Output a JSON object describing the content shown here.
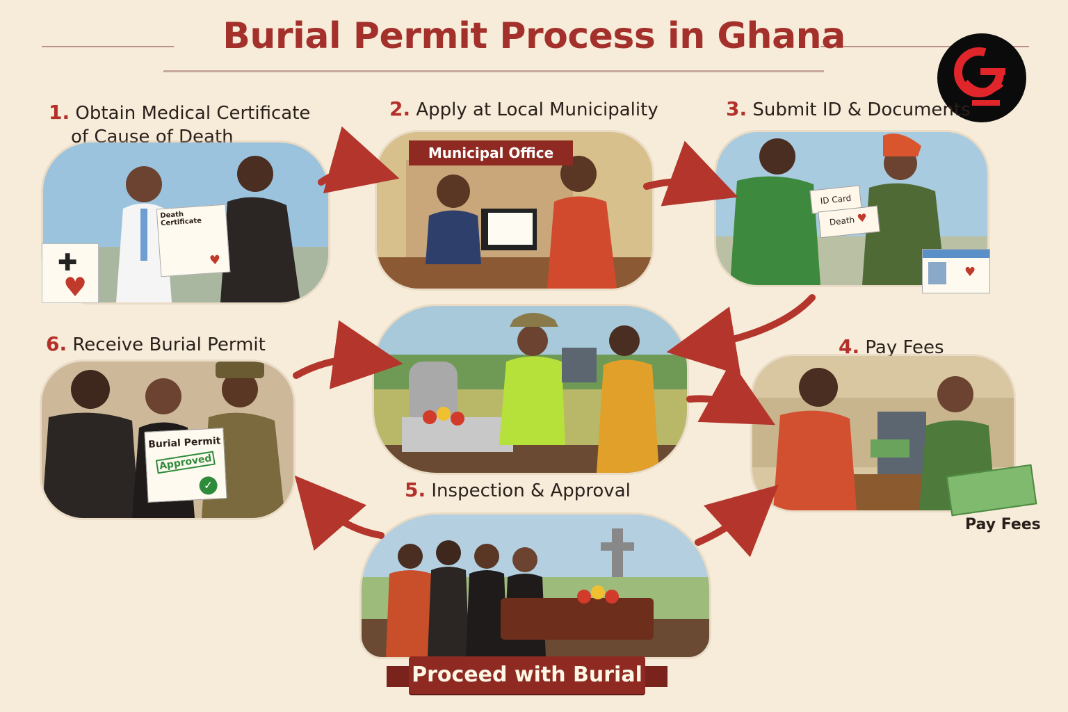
{
  "title": "Burial Permit Process in Ghana",
  "logo": {
    "icon": "ghana-g-logo-icon",
    "colors": {
      "bg": "#0b0b0b",
      "mark": "#e0262b"
    }
  },
  "colors": {
    "accent": "#a3302a",
    "arrow": "#b3352b",
    "background": "#f6ecd9"
  },
  "steps": [
    {
      "num": "1.",
      "line1": "Obtain Medical Certificate",
      "line2": "of Cause of Death"
    },
    {
      "num": "2.",
      "label": "Apply at Local Municipality"
    },
    {
      "num": "3.",
      "label": "Submit ID & Documents"
    },
    {
      "num": "4.",
      "label": "Pay Fees"
    },
    {
      "num": "5.",
      "label": "Inspection & Approval"
    },
    {
      "num": "6.",
      "label": "Receive Burial Permit"
    }
  ],
  "panel_text": {
    "death_certificate": "Death Certificate",
    "municipal_office": "Municipal Office",
    "id_card": "ID Card",
    "death_card": "Death",
    "burial_permit": "Burial Permit",
    "approved": "Approved",
    "pay_fees_caption": "Pay Fees"
  },
  "final": {
    "label": "Proceed with Burial"
  }
}
